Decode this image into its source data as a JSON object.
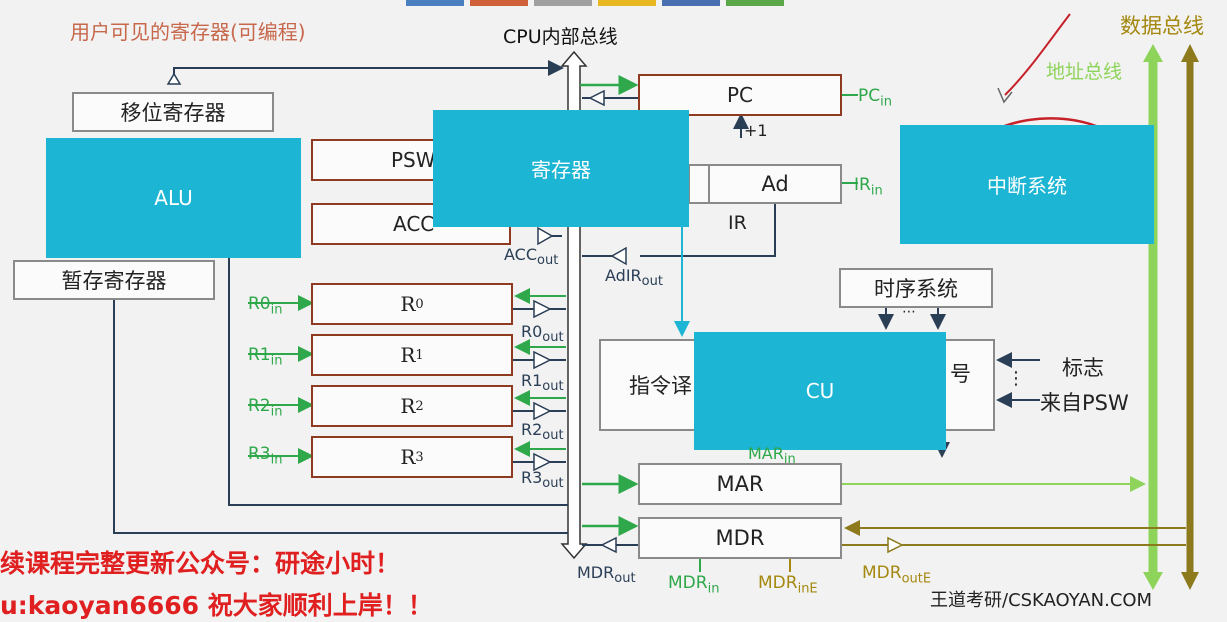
{
  "title": "用户可见的寄存器(可编程)",
  "bus": {
    "cpu_internal": "CPU内部总线",
    "data": "数据总线",
    "address": "地址总线"
  },
  "blocks": {
    "shift_register": "移位寄存器",
    "alu": "ALU",
    "temp_register": "暂存寄存器",
    "psw": "PSW",
    "acc": "ACC",
    "registers": "寄存器",
    "pc": "PC",
    "ad": "Ad",
    "ir": "IR",
    "interrupt": "中断系统",
    "timing": "时序系统",
    "timing_dots": "⋯",
    "decoder": "指令译",
    "signal": "号",
    "cu": "CU",
    "mar": "MAR",
    "mdr": "MDR",
    "flags_line1": "标志",
    "flags_line2": "来自PSW",
    "side_dots": "⋮"
  },
  "gp_registers": [
    {
      "name": "R",
      "sub": "0",
      "in": "R0",
      "out": "R0"
    },
    {
      "name": "R",
      "sub": "1",
      "in": "R1",
      "out": "R1"
    },
    {
      "name": "R",
      "sub": "2",
      "in": "R2",
      "out": "R2"
    },
    {
      "name": "R",
      "sub": "3",
      "in": "R3",
      "out": "R3"
    }
  ],
  "signals": {
    "pc_in": "PC",
    "pc_in_sub": "in",
    "plus1": "+1",
    "ir_in": "IR",
    "ir_in_sub": "in",
    "acc_out": "ACC",
    "acc_out_sub": "out",
    "adir_out": "AdIR",
    "adir_out_sub": "out",
    "in_sub": "in",
    "out_sub": "out",
    "mar_in": "MAR",
    "mar_in_sub": "in",
    "mdr_out": "MDR",
    "mdr_out_sub": "out",
    "mdr_in": "MDR",
    "mdr_in_sub": "in",
    "mdr_in_e": "MDR",
    "mdr_in_e_sub": "inE",
    "mdr_out_e": "MDR",
    "mdr_out_e_sub": "outE"
  },
  "watermarks": {
    "line1": "续课程完整更新公众号：研途小时！",
    "line2": "u:kaoyan6666 祝大家顺利上岸！！",
    "brand": "王道考研/CSKAOYAN.COM"
  },
  "colors": {
    "cyan": "#1cb5d3",
    "green": "#2ea84a",
    "olive": "#a48810",
    "addr_bus": "#8fd45a",
    "data_bus": "#8c7a1c",
    "reg_border": "#8e3b22",
    "watermark": "#e02020"
  }
}
